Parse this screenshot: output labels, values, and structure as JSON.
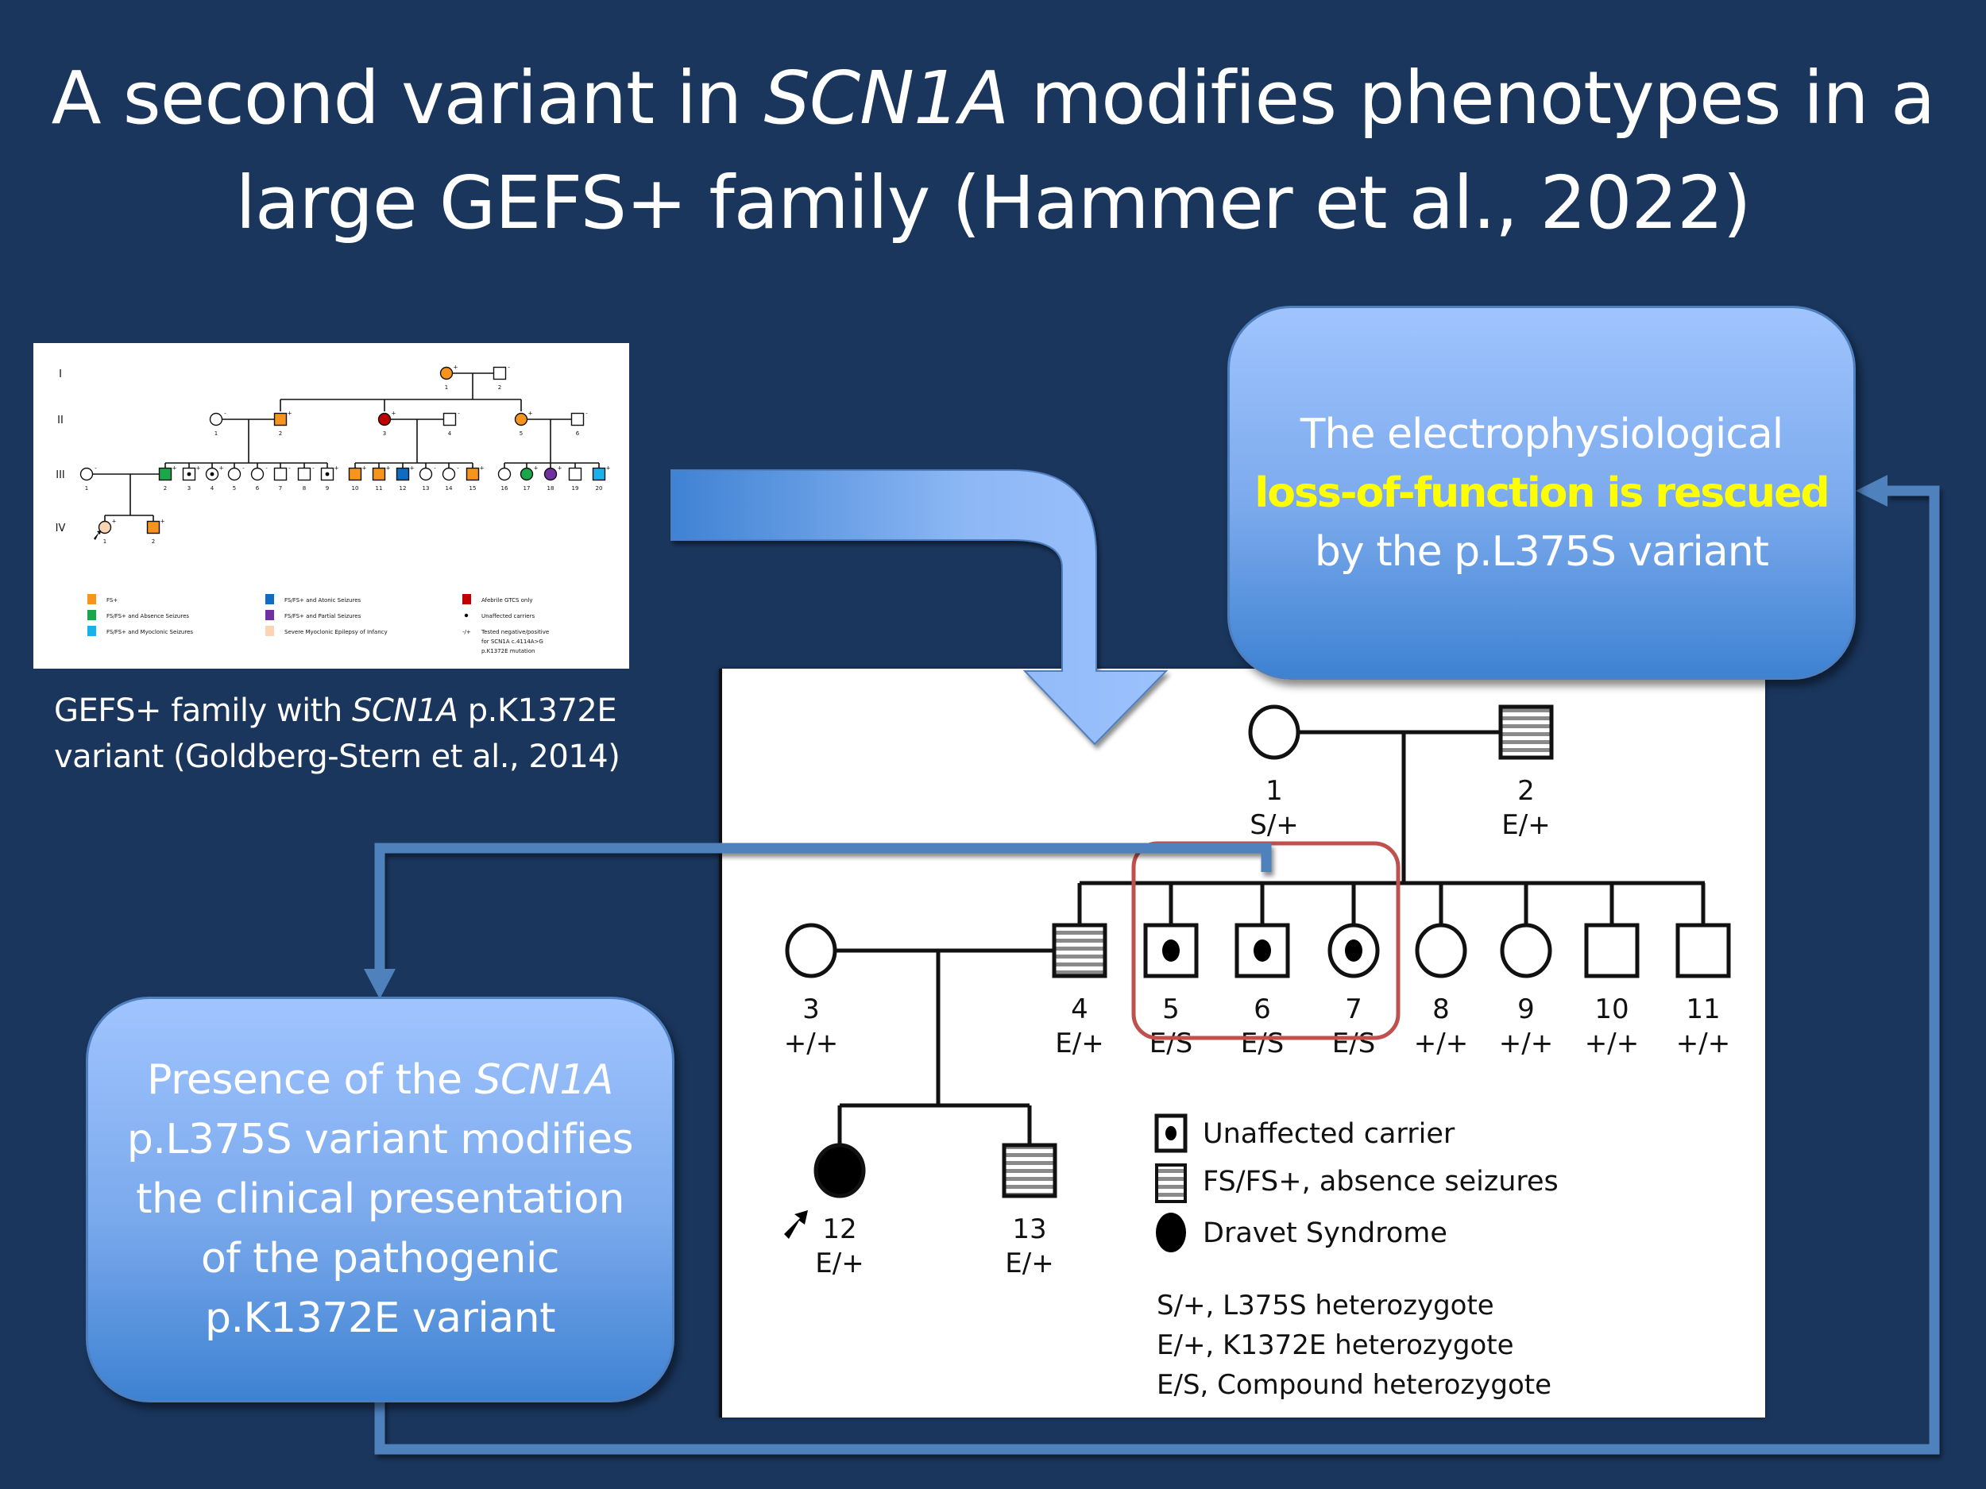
{
  "slide": {
    "title_parts": [
      "A second variant in ",
      "SCN1A",
      " modifies phenotypes in a",
      "large GEFS+ family (Hammer et al., 2022)"
    ],
    "background_color": "#1a365d",
    "accent_color": "#4f81bd",
    "highlight_color": "#ffff00",
    "outline_red": "#c0504d"
  },
  "small_pedigree": {
    "caption_parts": [
      "GEFS+ family with ",
      "SCN1A",
      " p.K1372E",
      "variant (Goldberg-Stern et al., 2014)"
    ],
    "generations": [
      "I",
      "II",
      "III",
      "IV"
    ],
    "individuals": [
      {
        "gen": "I",
        "id": "1",
        "sex": "F",
        "phenotype": "FS+",
        "test": "+"
      },
      {
        "gen": "I",
        "id": "2",
        "sex": "M",
        "phenotype": "unaffected",
        "test": "-"
      },
      {
        "gen": "II",
        "id": "1",
        "sex": "F",
        "phenotype": "unaffected",
        "test": "-"
      },
      {
        "gen": "II",
        "id": "2",
        "sex": "M",
        "phenotype": "FS+",
        "test": "+"
      },
      {
        "gen": "II",
        "id": "3",
        "sex": "F",
        "phenotype": "Afebrile GTCS only",
        "test": "+"
      },
      {
        "gen": "II",
        "id": "4",
        "sex": "M",
        "phenotype": "unaffected",
        "test": "-"
      },
      {
        "gen": "II",
        "id": "5",
        "sex": "F",
        "phenotype": "FS+",
        "test": "+"
      },
      {
        "gen": "II",
        "id": "6",
        "sex": "M",
        "phenotype": "unaffected",
        "test": "-"
      },
      {
        "gen": "III",
        "id": "1",
        "sex": "F",
        "phenotype": "unaffected",
        "test": "-"
      },
      {
        "gen": "III",
        "id": "2",
        "sex": "M",
        "phenotype": "FS/FS+ and Absence Seizures",
        "test": "+"
      },
      {
        "gen": "III",
        "id": "3",
        "sex": "M",
        "phenotype": "carrier",
        "test": "+"
      },
      {
        "gen": "III",
        "id": "4",
        "sex": "F",
        "phenotype": "carrier",
        "test": "+"
      },
      {
        "gen": "III",
        "id": "5",
        "sex": "F",
        "phenotype": "unaffected",
        "test": "-"
      },
      {
        "gen": "III",
        "id": "6",
        "sex": "F",
        "phenotype": "unaffected",
        "test": "-"
      },
      {
        "gen": "III",
        "id": "7",
        "sex": "M",
        "phenotype": "unaffected",
        "test": "-"
      },
      {
        "gen": "III",
        "id": "8",
        "sex": "M",
        "phenotype": "unaffected",
        "test": "-"
      },
      {
        "gen": "III",
        "id": "9",
        "sex": "M",
        "phenotype": "carrier",
        "test": "+"
      },
      {
        "gen": "III",
        "id": "10",
        "sex": "M",
        "phenotype": "FS+",
        "test": "+"
      },
      {
        "gen": "III",
        "id": "11",
        "sex": "M",
        "phenotype": "FS+",
        "test": "+"
      },
      {
        "gen": "III",
        "id": "12",
        "sex": "M",
        "phenotype": "FS/FS+ and Atonic Seizures",
        "test": "+"
      },
      {
        "gen": "III",
        "id": "13",
        "sex": "F",
        "phenotype": "unaffected",
        "test": "-"
      },
      {
        "gen": "III",
        "id": "14",
        "sex": "F",
        "phenotype": "unaffected",
        "test": "-"
      },
      {
        "gen": "III",
        "id": "15",
        "sex": "M",
        "phenotype": "FS+",
        "test": "+"
      },
      {
        "gen": "III",
        "id": "16",
        "sex": "F",
        "phenotype": "unaffected",
        "test": ""
      },
      {
        "gen": "III",
        "id": "17",
        "sex": "F",
        "phenotype": "FS/FS+ and Absence Seizures",
        "test": "+"
      },
      {
        "gen": "III",
        "id": "18",
        "sex": "F",
        "phenotype": "FS/FS+ and Partial Seizures",
        "test": "+"
      },
      {
        "gen": "III",
        "id": "19",
        "sex": "M",
        "phenotype": "unaffected",
        "test": ""
      },
      {
        "gen": "III",
        "id": "20",
        "sex": "M",
        "phenotype": "FS/FS+ and Myoclonic Seizures",
        "test": "+"
      },
      {
        "gen": "IV",
        "id": "1",
        "sex": "F",
        "phenotype": "Severe Myoclonic Epilepsy of Infancy",
        "test": "+",
        "proband": true
      },
      {
        "gen": "IV",
        "id": "2",
        "sex": "M",
        "phenotype": "FS+",
        "test": "+"
      }
    ],
    "legend": [
      {
        "label": "FS+",
        "color": "#f7941d"
      },
      {
        "label": "FS/FS+ and Absence Seizures",
        "color": "#1aa64a"
      },
      {
        "label": "FS/FS+ and Myoclonic Seizures",
        "color": "#1ab0ec"
      },
      {
        "label": "FS/FS+ and Atonic Seizures",
        "color": "#0f6cc0"
      },
      {
        "label": "FS/FS+ and Partial Seizures",
        "color": "#7030a0"
      },
      {
        "label": "Severe Myoclonic Epilepsy of Infancy",
        "color": "#fbd4b4"
      },
      {
        "label": "Afebrile GTCS only",
        "color": "#c00000"
      },
      {
        "label": "Unaffected carriers",
        "symbol": "dot"
      },
      {
        "label": "Tested negative/positive",
        "symbol": "-/+",
        "sub": [
          "for SCN1A c.4114A>G",
          "p.K1372E mutation"
        ]
      }
    ]
  },
  "main_pedigree": {
    "individuals": [
      {
        "id": "1",
        "sex": "F",
        "phenotype": "unaffected",
        "genotype": "S/+"
      },
      {
        "id": "2",
        "sex": "M",
        "phenotype": "FS/FS+, absence seizures",
        "genotype": "E/+"
      },
      {
        "id": "3",
        "sex": "F",
        "phenotype": "unaffected",
        "genotype": "+/+"
      },
      {
        "id": "4",
        "sex": "M",
        "phenotype": "FS/FS+, absence seizures",
        "genotype": "E/+"
      },
      {
        "id": "5",
        "sex": "M",
        "phenotype": "Unaffected carrier",
        "genotype": "E/S"
      },
      {
        "id": "6",
        "sex": "M",
        "phenotype": "Unaffected carrier",
        "genotype": "E/S"
      },
      {
        "id": "7",
        "sex": "F",
        "phenotype": "Unaffected carrier",
        "genotype": "E/S"
      },
      {
        "id": "8",
        "sex": "F",
        "phenotype": "unaffected",
        "genotype": "+/+"
      },
      {
        "id": "9",
        "sex": "F",
        "phenotype": "unaffected",
        "genotype": "+/+"
      },
      {
        "id": "10",
        "sex": "M",
        "phenotype": "unaffected",
        "genotype": "+/+"
      },
      {
        "id": "11",
        "sex": "M",
        "phenotype": "unaffected",
        "genotype": "+/+"
      },
      {
        "id": "12",
        "sex": "F",
        "phenotype": "Dravet Syndrome",
        "genotype": "E/+",
        "proband": true
      },
      {
        "id": "13",
        "sex": "M",
        "phenotype": "FS/FS+, absence seizures",
        "genotype": "E/+"
      }
    ],
    "legend": [
      {
        "label": "Unaffected carrier",
        "symbol": "carrier"
      },
      {
        "label": "FS/FS+, absence seizures",
        "symbol": "striped"
      },
      {
        "label": "Dravet Syndrome",
        "symbol": "filled"
      }
    ],
    "genotype_key": [
      "S/+, L375S heterozygote",
      "E/+, K1372E heterozygote",
      "E/S, Compound heterozygote"
    ]
  },
  "callouts": {
    "right": {
      "line1": "The electrophysiological",
      "highlight": "loss-of-function is rescued",
      "line3": "by the p.L375S variant"
    },
    "left": {
      "line1_a": "Presence of the ",
      "line1_b": "SCN1A",
      "line2": "p.L375S variant modifies",
      "line3": "the clinical presentation",
      "line4": "of the pathogenic",
      "line5": "p.K1372E variant"
    }
  }
}
